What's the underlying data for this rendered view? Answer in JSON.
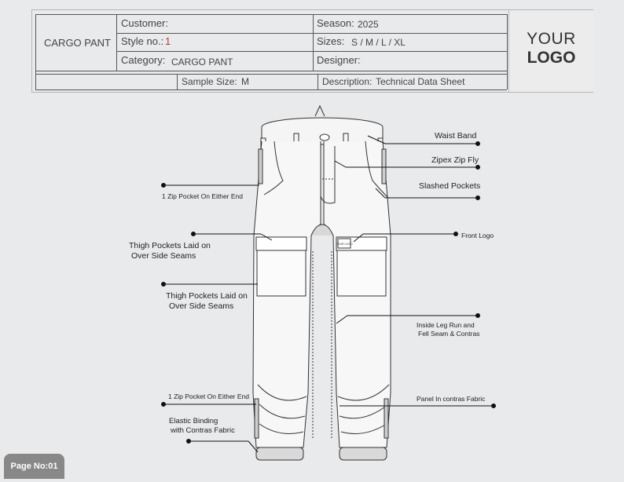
{
  "header": {
    "style_name": "CARGO PANT",
    "customer_label": "Customer:",
    "season_label": "Season:",
    "season_value": "2025",
    "style_no_label": "Style no.:",
    "style_no_value": "1",
    "sizes_label": "Sizes:",
    "sizes_value": "S / M / L / XL",
    "category_label": "Category:",
    "category_value": "CARGO PANT",
    "designer_label": "Designer:",
    "sample_size_label": "Sample Size:",
    "sample_size_value": "M",
    "description_label": "Description:",
    "description_value": "Technical Data Sheet"
  },
  "logo": {
    "line1": "YOUR",
    "line2": "LOGO"
  },
  "callouts": {
    "waist_band": "Waist Band",
    "zip_fly": "Zipex Zip Fly",
    "slashed_pockets": "Slashed Pockets",
    "zip_pocket_top": "1 Zip Pocket On Either End",
    "front_logo": "Front Logo",
    "thigh_pockets_1_line1": "Thigh Pockets Laid on",
    "thigh_pockets_1_line2": "Over Side Seams",
    "thigh_pockets_2_line1": "Thigh Pockets Laid on",
    "thigh_pockets_2_line2": "Over Side Seams",
    "inside_leg_line1": "Inside Leg Run and",
    "inside_leg_line2": "Fell Seam & Contras",
    "zip_pocket_bottom": "1 Zip Pocket On Either End",
    "panel_contrast": "Panel In contras Fabric",
    "elastic_line1": "Elastic Binding",
    "elastic_line2": "with Contras Fabric"
  },
  "badge_text": "YOUR LOGO",
  "page_no": "Page No:01"
}
